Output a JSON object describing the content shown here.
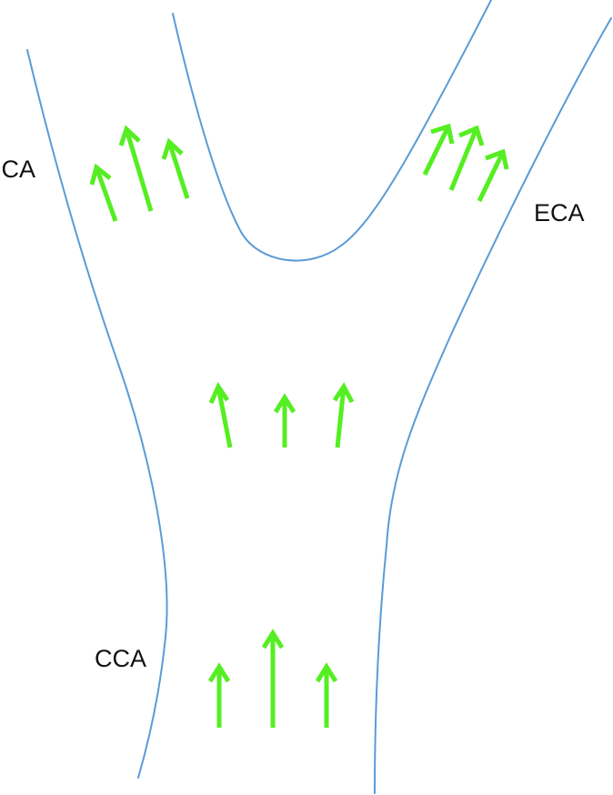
{
  "labels": {
    "ica": "ICA",
    "eca": "ECA",
    "cca": "CCA"
  },
  "colors": {
    "vessel_wall": "#5b9bd5",
    "flow_arrow": "#55ee22",
    "label_text": "#111111",
    "background": "#ffffff"
  },
  "flow_arrows": {
    "icon": "arrow-up-icon",
    "count": 12
  }
}
